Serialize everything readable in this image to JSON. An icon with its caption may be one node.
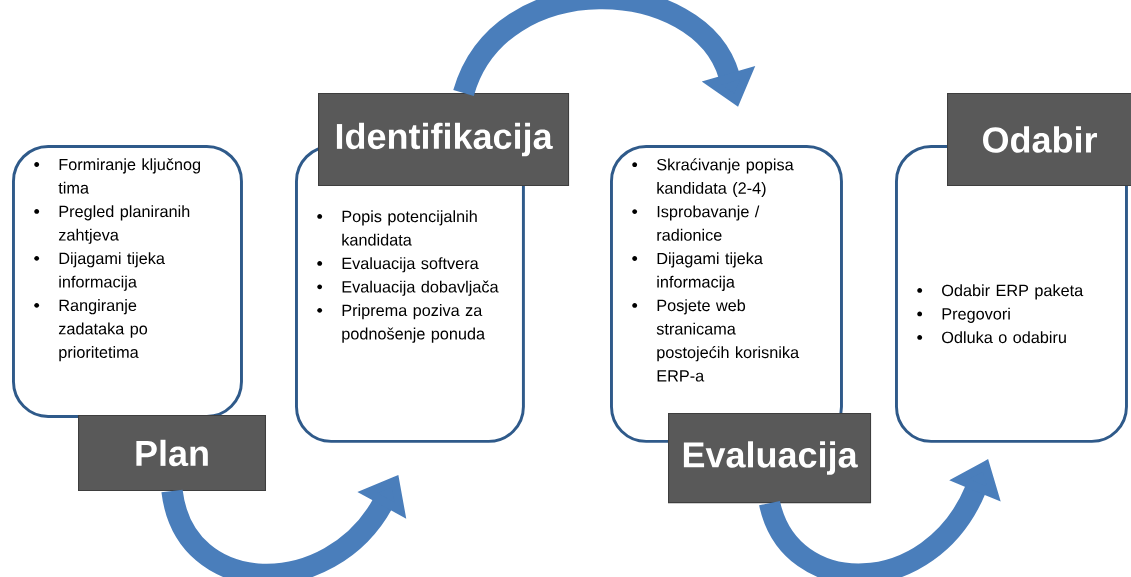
{
  "diagram": {
    "nodes": [
      {
        "text": [
          "Formiranje ključnog tima",
          "Pregled planiranih zahtjeva",
          "Dijagami tijeka informacija",
          "Rangiranje zadataka po prioritetima"
        ]
      },
      {
        "text": [
          "Plan"
        ]
      },
      {
        "text": [
          "Popis potencijalnih kandidata",
          "Evaluacija softvera",
          "Evaluacija dobavljača",
          "Priprema poziva za podnošenje ponuda"
        ]
      },
      {
        "text": [
          "Identifikacija"
        ]
      },
      {
        "text": [
          "Skraćivanje popisa kandidata (2-4)",
          "Isprobavanje / radionice",
          "Dijagami tijeka informacija",
          "Posjete web stranicama postojećih korisnika ERP-a"
        ]
      },
      {
        "text": [
          "Evaluacija"
        ]
      },
      {
        "text": [
          "Odabir ERP paketa",
          "Pregovori",
          "Odluka o odabiru"
        ]
      },
      {
        "text": [
          "Odabir"
        ]
      }
    ],
    "edges": [
      {
        "from": 1,
        "to": 2,
        "arrow": "to"
      },
      {
        "from": 3,
        "to": 4,
        "arrow": "to"
      },
      {
        "from": 5,
        "to": 6,
        "arrow": "to"
      }
    ]
  }
}
